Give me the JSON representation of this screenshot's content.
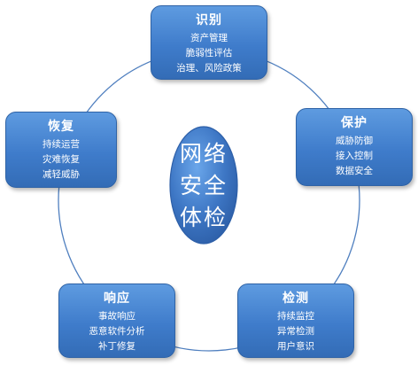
{
  "center": {
    "lines": [
      "网络",
      "安全",
      "体检"
    ]
  },
  "nodes": {
    "identify": {
      "title": "识别",
      "items": [
        "资产管理",
        "脆弱性评估",
        "治理、风险政策"
      ]
    },
    "protect": {
      "title": "保护",
      "items": [
        "威胁防御",
        "接入控制",
        "数据安全"
      ]
    },
    "detect": {
      "title": "检测",
      "items": [
        "持续监控",
        "异常检测",
        "用户意识"
      ]
    },
    "respond": {
      "title": "响应",
      "items": [
        "事故响应",
        "恶意软件分析",
        "补丁修复"
      ]
    },
    "recover": {
      "title": "恢复",
      "items": [
        "持续运营",
        "灾难恢复",
        "减轻威胁"
      ]
    }
  },
  "colors": {
    "box_fill": "#3f7ccb",
    "ring": "#4f7fbf",
    "center_fill": "#3a72c2"
  }
}
